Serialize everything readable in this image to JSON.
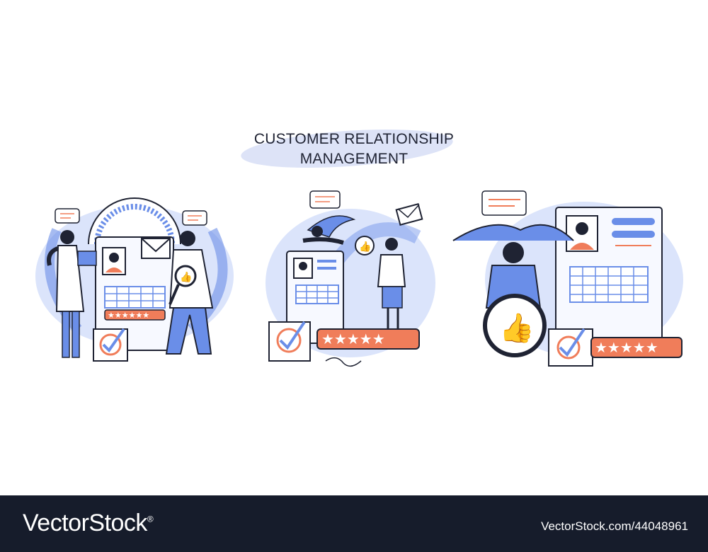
{
  "title": {
    "line1": "CUSTOMER RELATIONSHIP",
    "line2": "MANAGEMENT"
  },
  "colors": {
    "primary_blue": "#6a8ee8",
    "light_blue": "#dbe4fb",
    "pale_blue": "#eef2fd",
    "accent_orange": "#f07d5a",
    "outline": "#1f2333",
    "footer_bg": "#161c2b"
  },
  "scenes": [
    {
      "name": "team-reviewing-profile",
      "icons": [
        "speech-bubble-icon",
        "gauge-icon",
        "profile-card-icon",
        "envelope-icon",
        "magnifier-icon",
        "thumbs-up-icon",
        "calendar-icon",
        "checkbox-icon",
        "star-rating-icon"
      ]
    },
    {
      "name": "flying-woman-and-businesswoman",
      "icons": [
        "speech-bubble-icon",
        "envelope-icon",
        "thumbs-up-icon",
        "profile-card-icon",
        "calendar-icon",
        "checkbox-icon",
        "star-rating-icon"
      ]
    },
    {
      "name": "person-with-thumbs-up-sign",
      "icons": [
        "speech-bubble-icon",
        "profile-card-icon",
        "calendar-icon",
        "thumbs-up-icon",
        "checkbox-icon",
        "star-rating-icon"
      ]
    }
  ],
  "footer": {
    "brand": "VectorStock",
    "trademark": "®",
    "url": "VectorStock.com/44048961"
  }
}
